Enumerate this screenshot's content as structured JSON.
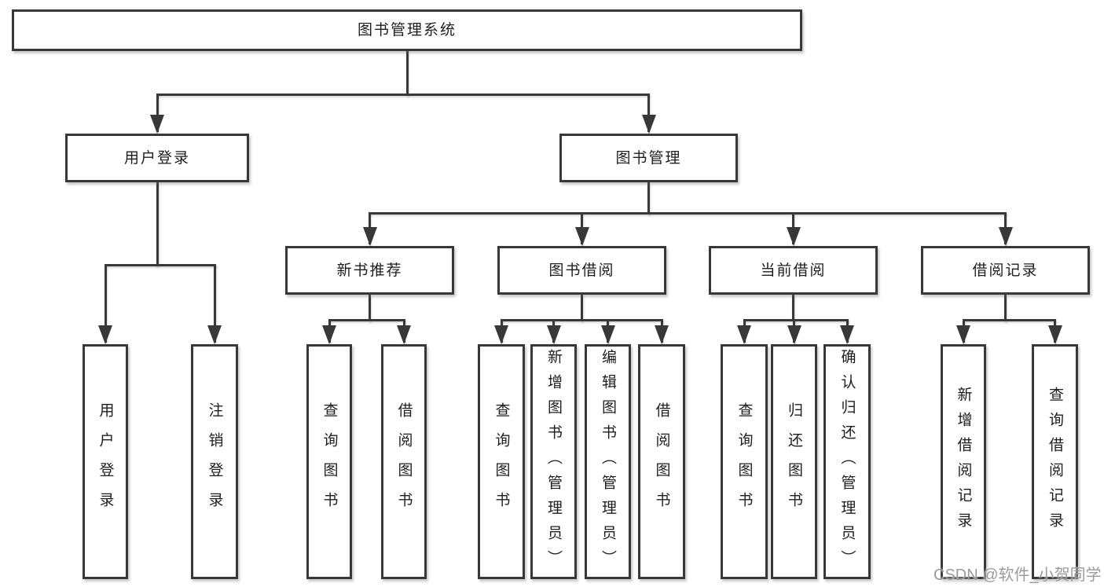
{
  "diagram_title": "图书管理系统",
  "watermark": "CSDN @软件_小贺同学",
  "colors": {
    "background": "#ffffff",
    "box_border": "#383838",
    "connector_line": "#383838",
    "text": "#1e1e1e",
    "watermark": "#9b9b9b"
  },
  "nodes": [
    {
      "id": "root",
      "label": "图书管理系统"
    },
    {
      "id": "user-login",
      "label": "用户登录"
    },
    {
      "id": "book-mgmt",
      "label": "图书管理"
    },
    {
      "id": "new-books",
      "label": "新书推荐"
    },
    {
      "id": "book-borrow",
      "label": "图书借阅"
    },
    {
      "id": "current-borrow",
      "label": "当前借阅"
    },
    {
      "id": "borrow-records",
      "label": "借阅记录"
    },
    {
      "id": "leaf-user-login",
      "label": "用户登录"
    },
    {
      "id": "leaf-logout",
      "label": "注销登录"
    },
    {
      "id": "leaf-nb-query",
      "label": "查询图书"
    },
    {
      "id": "leaf-nb-borrow",
      "label": "借阅图书"
    },
    {
      "id": "leaf-bb-query",
      "label": "查询图书"
    },
    {
      "id": "leaf-bb-add",
      "label": "新增图书（管理员）"
    },
    {
      "id": "leaf-bb-edit",
      "label": "编辑图书（管理员）"
    },
    {
      "id": "leaf-bb-borrow",
      "label": "借阅图书"
    },
    {
      "id": "leaf-cb-query",
      "label": "查询图书"
    },
    {
      "id": "leaf-cb-return",
      "label": "归还图书"
    },
    {
      "id": "leaf-cb-confirm",
      "label": "确认归还（管理员）"
    },
    {
      "id": "leaf-br-add",
      "label": "新增借阅记录"
    },
    {
      "id": "leaf-br-query",
      "label": "查询借阅记录"
    }
  ],
  "edges": [
    {
      "from": "root",
      "to": [
        "user-login",
        "book-mgmt"
      ]
    },
    {
      "from": "user-login",
      "to": [
        "leaf-user-login",
        "leaf-logout"
      ]
    },
    {
      "from": "book-mgmt",
      "to": [
        "new-books",
        "book-borrow",
        "current-borrow",
        "borrow-records"
      ]
    },
    {
      "from": "new-books",
      "to": [
        "leaf-nb-query",
        "leaf-nb-borrow"
      ]
    },
    {
      "from": "book-borrow",
      "to": [
        "leaf-bb-query",
        "leaf-bb-add",
        "leaf-bb-edit",
        "leaf-bb-borrow"
      ]
    },
    {
      "from": "current-borrow",
      "to": [
        "leaf-cb-query",
        "leaf-cb-return",
        "leaf-cb-confirm"
      ]
    },
    {
      "from": "borrow-records",
      "to": [
        "leaf-br-add",
        "leaf-br-query"
      ]
    }
  ]
}
